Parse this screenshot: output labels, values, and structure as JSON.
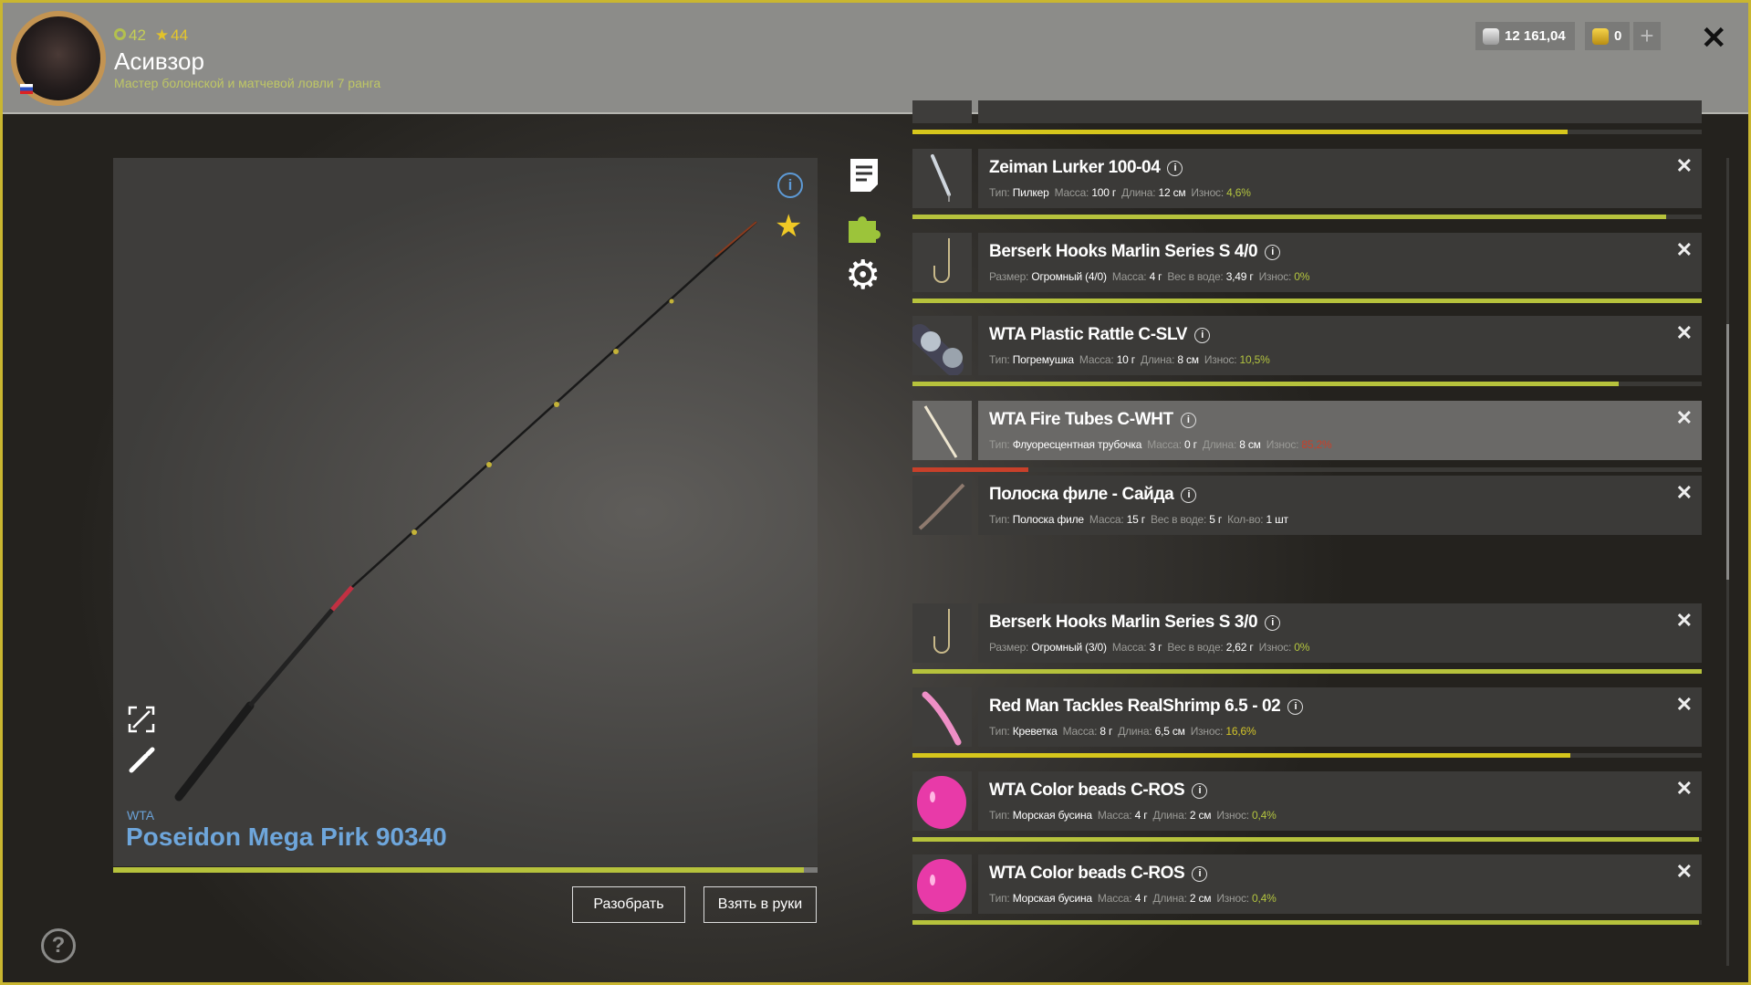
{
  "header": {
    "level": "42",
    "rank_stars": "44",
    "player_name": "Асивзор",
    "player_title": "Мастер болонской и матчевой ловли 7 ранга",
    "silver": "12 161,04",
    "gold": "0",
    "add_label": "+",
    "close_label": "✕"
  },
  "rod": {
    "brand": "WTA",
    "name": "Poseidon Mega Pirk 90340",
    "wear_remaining_pct": 98,
    "disassemble_label": "Разобрать",
    "take_label": "Взять в руки"
  },
  "help_label": "?",
  "colors": {
    "accent_green": "#b6c23c",
    "accent_yellow": "#d6c61c",
    "danger": "#c8402a",
    "title_blue": "#6ea6db"
  },
  "partial_top": {
    "wear_remaining_pct": 83
  },
  "items": [
    {
      "name": "Zeiman Lurker 100-04",
      "thumb": "pilker",
      "meta": [
        [
          "Тип:",
          "Пилкер"
        ],
        [
          "Масса:",
          "100 г"
        ],
        [
          "Длина:",
          "12 см"
        ]
      ],
      "wear_label": "Износ:",
      "wear": "4,6%",
      "wear_class": "ok",
      "bar_pct": 95.5,
      "bar_color": "#b6c23c"
    },
    {
      "name": "Berserk Hooks Marlin Series S 4/0",
      "thumb": "hook",
      "meta": [
        [
          "Размер:",
          "Огромный (4/0)"
        ],
        [
          "Масса:",
          "4 г"
        ],
        [
          "Вес в воде:",
          "3,49 г"
        ]
      ],
      "wear_label": "Износ:",
      "wear": "0%",
      "wear_class": "ok",
      "bar_pct": 100,
      "bar_color": "#b6c23c"
    },
    {
      "name": "WTA Plastic Rattle C-SLV",
      "thumb": "rattle",
      "meta": [
        [
          "Тип:",
          "Погремушка"
        ],
        [
          "Масса:",
          "10 г"
        ],
        [
          "Длина:",
          "8 см"
        ]
      ],
      "wear_label": "Износ:",
      "wear": "10,5%",
      "wear_class": "ok",
      "bar_pct": 89.5,
      "bar_color": "#b6c23c"
    },
    {
      "name": "WTA Fire Tubes C-WHT",
      "thumb": "tube",
      "selected": true,
      "meta": [
        [
          "Тип:",
          "Флуоресцентная трубочка"
        ],
        [
          "Масса:",
          "0 г"
        ],
        [
          "Длина:",
          "8 см"
        ]
      ],
      "wear_label": "Износ:",
      "wear": "85,2%",
      "wear_class": "bad",
      "bar_pct": 14.7,
      "bar_color": "#c8402a"
    },
    {
      "name": "Полоска филе - Сайда",
      "thumb": "fillet",
      "meta": [
        [
          "Тип:",
          "Полоска филе"
        ],
        [
          "Масса:",
          "15 г"
        ],
        [
          "Вес в воде:",
          "5 г"
        ],
        [
          "Кол-во:",
          "1 шт"
        ]
      ],
      "wear_label": "",
      "wear": "",
      "wear_class": "ok",
      "bar_pct": null
    },
    {
      "name": "Berserk Hooks Marlin Series S 3/0",
      "thumb": "hook",
      "meta": [
        [
          "Размер:",
          "Огромный (3/0)"
        ],
        [
          "Масса:",
          "3 г"
        ],
        [
          "Вес в воде:",
          "2,62 г"
        ]
      ],
      "wear_label": "Износ:",
      "wear": "0%",
      "wear_class": "ok",
      "bar_pct": 100,
      "bar_color": "#b6c23c"
    },
    {
      "name": "Red Man Tackles RealShrimp 6.5 - 02",
      "thumb": "shrimp",
      "meta": [
        [
          "Тип:",
          "Креветка"
        ],
        [
          "Масса:",
          "8 г"
        ],
        [
          "Длина:",
          "6,5 см"
        ]
      ],
      "wear_label": "Износ:",
      "wear": "16,6%",
      "wear_class": "mid",
      "bar_pct": 83.4,
      "bar_color": "#d6c61c"
    },
    {
      "name": "WTA Color beads C-ROS",
      "thumb": "bead",
      "meta": [
        [
          "Тип:",
          "Морская бусина"
        ],
        [
          "Масса:",
          "4 г"
        ],
        [
          "Длина:",
          "2 см"
        ]
      ],
      "wear_label": "Износ:",
      "wear": "0,4%",
      "wear_class": "ok",
      "bar_pct": 99.6,
      "bar_color": "#b6c23c"
    },
    {
      "name": "WTA Color beads C-ROS",
      "thumb": "bead",
      "meta": [
        [
          "Тип:",
          "Морская бусина"
        ],
        [
          "Масса:",
          "4 г"
        ],
        [
          "Длина:",
          "2 см"
        ]
      ],
      "wear_label": "Износ:",
      "wear": "0,4%",
      "wear_class": "ok",
      "bar_pct": 99.6,
      "bar_color": "#b6c23c"
    }
  ]
}
